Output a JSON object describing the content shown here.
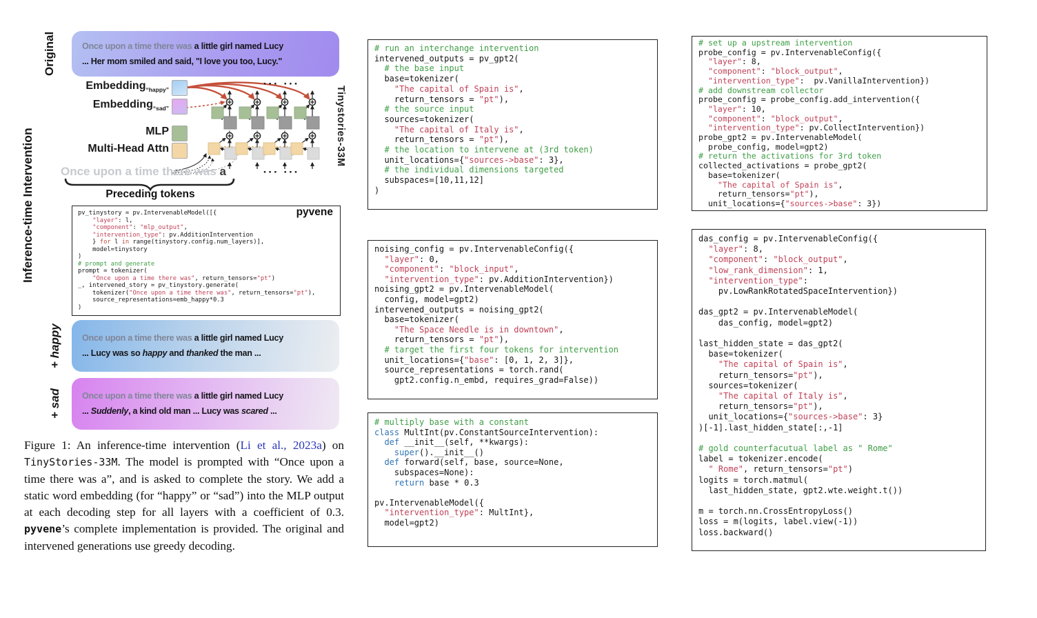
{
  "colors": {
    "comment_green": "#3f9e46",
    "string_red": "#bf4156",
    "keyword_blue": "#2f74b3",
    "arrow_red": "#c4503a",
    "original_gradient": [
      "#b4c0f2",
      "#a08bee"
    ],
    "happy_gradient": [
      "#84b6e9",
      "#eceef1"
    ],
    "sad_gradient": [
      "#d783ef",
      "#efe9f3"
    ],
    "mlp_green": "#a6bf97",
    "attn_orange": "#f3d7a6"
  },
  "left": {
    "original_label": "Original",
    "inference_label": "Inference-time Intervention",
    "happy_label": "+ happy",
    "sad_label": "+ sad",
    "brand": "pyvene",
    "original_box_lines": [
      [
        {
          "t": "Once upon a time there was ",
          "c": "gray"
        },
        {
          "t": "a little girl named Lucy",
          "c": "b"
        }
      ],
      [
        {
          "t": "... Her mom smiled and said, \"I love you too, Lucy.\"",
          "c": "b"
        }
      ]
    ],
    "happy_box_lines": [
      [
        {
          "t": "Once upon a time there was ",
          "c": "gray"
        },
        {
          "t": "a little girl named Lucy",
          "c": "b"
        }
      ],
      [
        {
          "t": "... Lucy was so ",
          "c": "b"
        },
        {
          "t": "happy",
          "c": "bi"
        },
        {
          "t": " and ",
          "c": "b"
        },
        {
          "t": "thanked",
          "c": "bi"
        },
        {
          "t": " the man ...",
          "c": "b"
        }
      ]
    ],
    "sad_box_lines": [
      [
        {
          "t": "Once upon a time there was ",
          "c": "gray"
        },
        {
          "t": "a little girl named Lucy",
          "c": "b"
        }
      ],
      [
        {
          "t": "... ",
          "c": "b"
        },
        {
          "t": "Suddenly",
          "c": "bi"
        },
        {
          "t": ", a kind old man ... Lucy was ",
          "c": "b"
        },
        {
          "t": "scared",
          "c": "bi"
        },
        {
          "t": " ...",
          "c": "b"
        }
      ]
    ],
    "diagram": {
      "legend": [
        {
          "label": "Embedding",
          "sub": "“happy”"
        },
        {
          "label": "Embedding",
          "sub": "“sad”"
        },
        {
          "label": "MLP",
          "sub": ""
        },
        {
          "label": "Multi-Head Attn",
          "sub": ""
        }
      ],
      "model_label": "Tinystories-33M",
      "dots": "··· ···",
      "sentence_gray": "Once upon a time there was ",
      "sentence_last": "a",
      "preceding_caption": "Preceding tokens"
    },
    "code_lines": [
      "pv_tinystory = pv.IntervenableModel([{",
      "    \"layer\": l,",
      "    \"component\": \"mlp_output\",",
      "    \"intervention_type\": pv.AdditionIntervention",
      "    } for l in range(tinystory.config.num_layers)],",
      "    model=tinystory",
      ")",
      "# prompt and generate",
      "prompt = tokenizer(",
      "    \"Once upon a time there was\", return_tensors=\"pt\")",
      "_, intervened_story = pv_tinystory.generate(",
      "    tokenizer(\"Once upon a time there was\", return_tensors=\"pt\"),",
      "    source_representations=emb_happy*0.3",
      ")"
    ],
    "caption_segments": [
      {
        "t": "Figure 1:  An inference-time intervention (",
        "c": "t"
      },
      {
        "t": "Li et al., 2023a",
        "c": "cite"
      },
      {
        "t": ") on ",
        "c": "t"
      },
      {
        "t": "TinyStories-33M",
        "c": "mono"
      },
      {
        "t": ". The model is prompted with “Once upon a time there was a”, and is asked to complete the story. We add a static word embedding (for “happy” or “sad”) into the MLP output at each decoding step for all layers with a coefficient of 0.3.  ",
        "c": "t"
      },
      {
        "t": "pyvene",
        "c": "monob"
      },
      {
        "t": "’s complete implementation is provided. The original and intervened generations use greedy decoding.",
        "c": "t"
      }
    ]
  },
  "middle": {
    "box1_lines": [
      "# run an interchange intervention",
      "intervened_outputs = pv_gpt2(",
      "  # the base input",
      "  base=tokenizer(",
      "    \"The capital of Spain is\",",
      "    return_tensors = \"pt\"),",
      "  # the source input",
      "  sources=tokenizer(",
      "    \"The capital of Italy is\",",
      "    return_tensors = \"pt\"),",
      "  # the location to intervene at (3rd token)",
      "  unit_locations={\"sources->base\": 3},",
      "  # the individual dimensions targeted",
      "  subspaces=[10,11,12]",
      ")",
      ""
    ],
    "box2_lines": [
      "noising_config = pv.IntervenableConfig({",
      "  \"layer\": 0,",
      "  \"component\": \"block_input\",",
      "  \"intervention_type\": pv.AdditionIntervention})",
      "noising_gpt2 = pv.IntervenableModel(",
      "  config, model=gpt2)",
      "intervened_outputs = noising_gpt2(",
      "  base=tokenizer(",
      "    \"The Space Needle is in downtown\",",
      "    return_tensors = \"pt\"),",
      "  # target the first four tokens for intervention",
      "  unit_locations={\"base\": [0, 1, 2, 3]},",
      "  source_representations = torch.rand(",
      "    gpt2.config.n_embd, requires_grad=False))",
      ""
    ],
    "box3_lines": [
      "# multiply base with a constant",
      "class MultInt(pv.ConstantSourceIntervention):",
      "  def __init__(self, **kwargs):",
      "    super().__init__()",
      "  def forward(self, base, source=None,",
      "    subspaces=None):",
      "    return base * 0.3",
      "",
      "pv.IntervenableModel({",
      "  \"intervention_type\": MultInt},",
      "  model=gpt2)"
    ]
  },
  "right": {
    "box1_lines": [
      "# set up a upstream intervention",
      "probe_config = pv.IntervenableConfig({",
      "  \"layer\": 8,",
      "  \"component\": \"block_output\",",
      "  \"intervention_type\":  pv.VanillaIntervention})",
      "# add downstream collector",
      "probe_config = probe_config.add_intervention({",
      "  \"layer\": 10,",
      "  \"component\": \"block_output\",",
      "  \"intervention_type\": pv.CollectIntervention})",
      "probe_gpt2 = pv.IntervenableModel(",
      "  probe_config, model=gpt2)",
      "# return the activations for 3rd token",
      "collected_activations = probe_gpt2(",
      "  base=tokenizer(",
      "    \"The capital of Spain is\",",
      "    return_tensors=\"pt\"),",
      "  unit_locations={\"sources->base\": 3})"
    ],
    "box2_lines": [
      "das_config = pv.IntervenableConfig({",
      "  \"layer\": 8,",
      "  \"component\": \"block_output\",",
      "  \"low_rank_dimension\": 1,",
      "  \"intervention_type\":",
      "    pv.LowRankRotatedSpaceIntervention})",
      "",
      "das_gpt2 = pv.IntervenableModel(",
      "    das_config, model=gpt2)",
      "",
      "last_hidden_state = das_gpt2(",
      "  base=tokenizer(",
      "    \"The capital of Spain is\",",
      "    return_tensors=\"pt\"),",
      "  sources=tokenizer(",
      "    \"The capital of Italy is\",",
      "    return_tensors=\"pt\"),",
      "  unit_locations={\"sources->base\": 3}",
      ")[-1].last_hidden_state[:,-1]",
      "",
      "# gold counterfacutual label as \" Rome\"",
      "label = tokenizer.encode(",
      "  \" Rome\", return_tensors=\"pt\")",
      "logits = torch.matmul(",
      "  last_hidden_state, gpt2.wte.weight.t())",
      "",
      "m = torch.nn.CrossEntropyLoss()",
      "loss = m(logits, label.view(-1))",
      "loss.backward()"
    ]
  }
}
